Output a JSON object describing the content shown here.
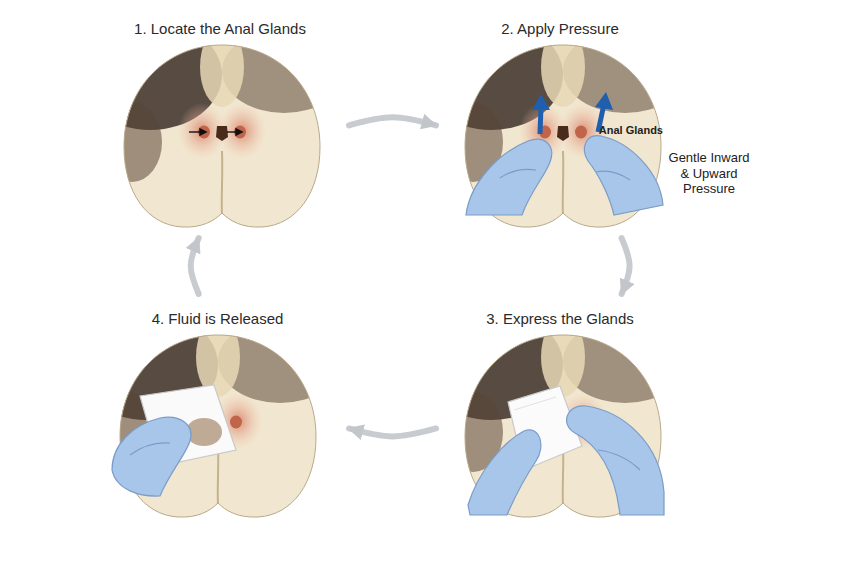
{
  "diagram": {
    "nodes": [
      {
        "text": [
          "1. Locate the Anal Glands"
        ]
      },
      {
        "text": [
          "2. Apply Pressure"
        ]
      },
      {
        "text": [
          "3. Express the Glands"
        ]
      },
      {
        "text": [
          "4. Fluid is Released"
        ]
      }
    ],
    "edges": [
      {
        "from": 0,
        "to": 1,
        "arrow": "to"
      },
      {
        "from": 1,
        "to": 2,
        "arrow": "to"
      },
      {
        "from": 2,
        "to": 3,
        "arrow": "to"
      },
      {
        "from": 3,
        "to": 0,
        "arrow": "to"
      }
    ],
    "labels": [
      "Anal Glands",
      "Gentle Inward & Upward Pressure"
    ]
  }
}
